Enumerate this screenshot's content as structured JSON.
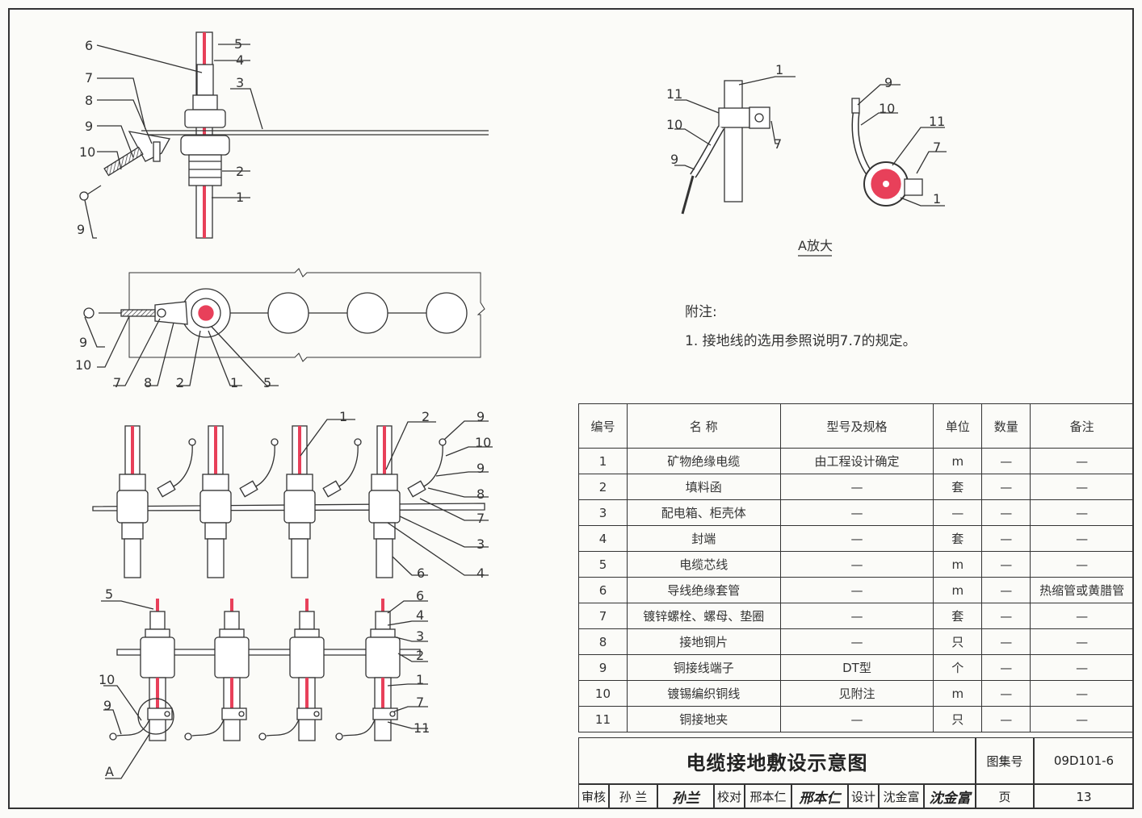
{
  "callouts": {
    "view1": [
      "6",
      "5",
      "4",
      "3",
      "7",
      "8",
      "9",
      "10",
      "2",
      "1",
      "9"
    ],
    "view2": [
      "9",
      "10",
      "7",
      "8",
      "2",
      "1",
      "5"
    ],
    "view3": [
      "1",
      "2",
      "9",
      "10",
      "9",
      "8",
      "7",
      "3",
      "6",
      "4"
    ],
    "view4": [
      "5",
      "6",
      "4",
      "3",
      "2",
      "1",
      "10",
      "9",
      "7",
      "11",
      "A"
    ],
    "detail_a1": [
      "1",
      "11",
      "10",
      "9",
      "7"
    ],
    "detail_a2": [
      "9",
      "10",
      "11",
      "7",
      "1"
    ]
  },
  "detail_caption": "A放大",
  "notes": {
    "heading": "附注:",
    "item1": "1. 接地线的选用参照说明7.7的规定。"
  },
  "table": {
    "headers": [
      "编号",
      "名 称",
      "型号及规格",
      "单位",
      "数量",
      "备注"
    ],
    "rows": [
      [
        "1",
        "矿物绝缘电缆",
        "由工程设计确定",
        "m",
        "—",
        "—"
      ],
      [
        "2",
        "填料函",
        "—",
        "套",
        "—",
        "—"
      ],
      [
        "3",
        "配电箱、柜壳体",
        "—",
        "—",
        "—",
        "—"
      ],
      [
        "4",
        "封端",
        "—",
        "套",
        "—",
        "—"
      ],
      [
        "5",
        "电缆芯线",
        "—",
        "m",
        "—",
        "—"
      ],
      [
        "6",
        "导线绝缘套管",
        "—",
        "m",
        "—",
        "热缩管或黄腊管"
      ],
      [
        "7",
        "镀锌螺栓、螺母、垫圈",
        "—",
        "套",
        "—",
        "—"
      ],
      [
        "8",
        "接地铜片",
        "—",
        "只",
        "—",
        "—"
      ],
      [
        "9",
        "铜接线端子",
        "DT型",
        "个",
        "—",
        "—"
      ],
      [
        "10",
        "镀锡编织铜线",
        "见附注",
        "m",
        "—",
        "—"
      ],
      [
        "11",
        "铜接地夹",
        "—",
        "只",
        "—",
        "—"
      ]
    ]
  },
  "titleblock": {
    "title": "电缆接地敷设示意图",
    "atlas_label": "图集号",
    "atlas_no": "09D101-6",
    "review_label": "审核",
    "reviewer": "孙 兰",
    "reviewer_sig": "孙兰",
    "check_label": "校对",
    "checker": "邢本仁",
    "checker_sig": "邢本仁",
    "design_label": "设计",
    "designer": "沈金富",
    "designer_sig": "沈金富",
    "page_label": "页",
    "page_no": "13"
  },
  "colors": {
    "cable_core": "#e8405a",
    "line": "#333333"
  }
}
